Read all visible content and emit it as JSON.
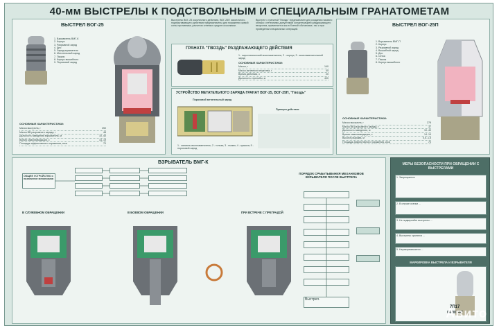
{
  "poster": {
    "title": "40-мм ВЫСТРЕЛЫ К ПОДСТВОЛЬНЫМ И СПЕЦИАЛЬНЫМ ГРАНАТОМЕТАМ"
  },
  "vog25": {
    "heading": "ВЫСТРЕЛ ВОГ-25",
    "parts": [
      "1. Взрыватель ВМГ-К",
      "2. Корпус",
      "3. Разрывной заряд",
      "4. Дно",
      "5. Заряд взрывателя",
      "6. Метательный заряд",
      "7. Пыжик",
      "8. Корпус вышибного",
      "9. Пороховой заряд"
    ],
    "specs_heading": "ОСНОВНЫЕ ХАРАКТЕРИСТИКИ:",
    "specs": [
      {
        "label": "Масса выстрела, г",
        "value": "250"
      },
      {
        "label": "Масса ВВ разрывного заряда, г",
        "value": "48"
      },
      {
        "label": "Дальность взведения взрывателя, м",
        "value": "10..40"
      },
      {
        "label": "Время самоликвидации, с",
        "value": "14..19"
      },
      {
        "label": "Площадь эффективного поражения, кв.м",
        "value": "70"
      }
    ]
  },
  "intro": {
    "left": "Выстрелы ВОГ-25 осколочного действия, ВОГ-25П осколочного, подпрыгивающего действия предназначены для поражения живой силы противника, расчетов огневых средств осколками.",
    "right": "Выстрел с гранатой \"Гвоздь\" предназначен для создания газового облака с нетерпимо-допустимой концентрацией раздражающего вещества, применяется как в боевой обстановке, так и при проведении специальных операций."
  },
  "gvozd": {
    "heading": "ГРАНАТА \"ГВОЗДЬ\" РАЗДРАЖАЮЩЕГО ДЕЙСТВИЯ",
    "legend": "1 - пиротехнический воспламенитель; 2 - корпус; 3 - воспламенительный заряд",
    "specs_heading": "ОСНОВНЫЕ ХАРАКТЕРИСТИКИ:",
    "specs": [
      {
        "label": "Масса, г",
        "value": "140"
      },
      {
        "label": "Масса активного вещества, г",
        "value": "45"
      },
      {
        "label": "Время действия, с",
        "value": "20"
      },
      {
        "label": "Дальность стрельбы, м",
        "value": "400"
      }
    ]
  },
  "device": {
    "heading": "УСТРОЙСТВО МЕТАТЕЛЬНОГО ЗАРЯДА ГРАНАТ ВОГ-25, ВОГ-25П, \"Гвоздь\"",
    "sub_left": "Пороховой метательный заряд",
    "sub_right": "Принцип действия",
    "legend": "1 - капсюль-воспламенитель; 2 - гильза; 3 - пыжик; 4 - крышка; 5 - пороховой заряд"
  },
  "vog25p": {
    "heading": "ВЫСТРЕЛ ВОГ-25П",
    "parts": [
      "1. Взрыватель ВМГ-П",
      "2. Корпус",
      "3. Разрывной заряд",
      "4. Вышибной заряд",
      "5. Дно",
      "6. Сетка",
      "7. Пыжик",
      "8. Корпус вышибного"
    ],
    "specs_heading": "ОСНОВНЫЕ ХАРАКТЕРИСТИКИ:",
    "specs": [
      {
        "label": "Масса выстрела, г",
        "value": "278"
      },
      {
        "label": "Масса ВВ разрывного заряда, г",
        "value": "37"
      },
      {
        "label": "Дальность взведения, м",
        "value": "10..40"
      },
      {
        "label": "Время самоликвидации, с",
        "value": "14..19"
      },
      {
        "label": "Высота разрыва, м",
        "value": "0,5..1,5"
      },
      {
        "label": "Площадь эффективного поражения, кв.м",
        "value": "70"
      }
    ]
  },
  "fuze": {
    "heading": "ВЗРЫВАТЕЛЬ ВМГ-К",
    "general": "ОБЩЕЕ УСТРОЙСТВО и назначение механизмов",
    "order_heading": "ПОРЯДОК СРАБАТЫВАНИЯ МЕХАНИЗМОВ ВЗРЫВАТЕЛЯ ПОСЛЕ ВЫСТРЕЛА",
    "states": [
      "В СЛУЖЕБНОМ ОБРАЩЕНИИ",
      "В БОЕВОМ ОБРАЩЕНИИ",
      "ПРИ ВСТРЕЧЕ С ПРЕГРАДОЙ"
    ],
    "final_box": "Выстрел."
  },
  "safety": {
    "heading": "МЕРЫ БЕЗОПАСНОСТИ ПРИ ОБРАЩЕНИИ С ВЫСТРЕЛАМИ",
    "items": [
      "1. Запрещается:",
      "2. В случае осечки ...",
      "3. Не подвергайте выстрелы ...",
      "4. Выстрелы хранятся ...",
      "5. Неразорвавшиеся ..."
    ],
    "marking_heading": "МАРКИРОВКА ВЫСТРЕЛА И ВЗРЫВАТЕЛЯ",
    "marking_code1": "7П17",
    "marking_code2": "04-007-87"
  },
  "watermark": "Авито",
  "colors": {
    "background": "#d9e7e2",
    "panel": "#eef4f1",
    "border": "#8fb0a8",
    "safety": "#4d6e66",
    "accent": "#c04040"
  }
}
